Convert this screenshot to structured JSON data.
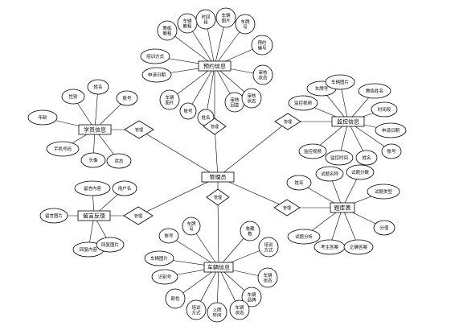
{
  "entities": [
    {
      "id": "admin",
      "label": "管理员"
    },
    {
      "id": "student",
      "label": "学员信息"
    },
    {
      "id": "booking",
      "label": "预约信息"
    },
    {
      "id": "monitor",
      "label": "监控信息"
    },
    {
      "id": "complaint",
      "label": "留言反馈"
    },
    {
      "id": "question",
      "label": "题库表"
    },
    {
      "id": "vehicle",
      "label": "车辆信息"
    }
  ],
  "relations": [
    {
      "id": "r_student",
      "label": "管理",
      "from": "admin",
      "to": "student"
    },
    {
      "id": "r_booking",
      "label": "管理",
      "from": "admin",
      "to": "booking"
    },
    {
      "id": "r_monitor",
      "label": "管理",
      "from": "admin",
      "to": "monitor"
    },
    {
      "id": "r_complaint",
      "label": "管理",
      "from": "admin",
      "to": "complaint"
    },
    {
      "id": "r_question",
      "label": "管理",
      "from": "admin",
      "to": "question"
    },
    {
      "id": "r_vehicle",
      "label": "管理",
      "from": "admin",
      "to": "vehicle"
    }
  ],
  "attributes": [
    {
      "entity": "student",
      "label": "年龄"
    },
    {
      "entity": "student",
      "label": "性别"
    },
    {
      "entity": "student",
      "label": "姓名"
    },
    {
      "entity": "student",
      "label": "账号"
    },
    {
      "entity": "student",
      "label": "手机号码"
    },
    {
      "entity": "student",
      "label": "头像"
    },
    {
      "entity": "student",
      "label": "状态"
    },
    {
      "entity": "booking",
      "label": "教练教程"
    },
    {
      "entity": "booking",
      "label": "车辆教程"
    },
    {
      "entity": "booking",
      "label": "时间段"
    },
    {
      "entity": "booking",
      "label": "车辆图片"
    },
    {
      "entity": "booking",
      "label": "车牌号"
    },
    {
      "entity": "booking",
      "label": "预约编号"
    },
    {
      "entity": "booking",
      "label": "培训方式"
    },
    {
      "entity": "booking",
      "label": "申请日期"
    },
    {
      "entity": "booking",
      "label": "审核状态"
    },
    {
      "entity": "booking",
      "label": "车辆图片"
    },
    {
      "entity": "booking",
      "label": "账号"
    },
    {
      "entity": "booking",
      "label": "姓名"
    },
    {
      "entity": "booking",
      "label": "审核回复"
    },
    {
      "entity": "booking",
      "label": "审核状态"
    },
    {
      "entity": "monitor",
      "label": "车牌号"
    },
    {
      "entity": "monitor",
      "label": "车辆图片"
    },
    {
      "entity": "monitor",
      "label": "教练姓名"
    },
    {
      "entity": "monitor",
      "label": "监控视频"
    },
    {
      "entity": "monitor",
      "label": "时间段"
    },
    {
      "entity": "monitor",
      "label": "申请日期"
    },
    {
      "entity": "monitor",
      "label": "监控视频"
    },
    {
      "entity": "monitor",
      "label": "监控时间"
    },
    {
      "entity": "monitor",
      "label": "姓名"
    },
    {
      "entity": "monitor",
      "label": "账号"
    },
    {
      "entity": "complaint",
      "label": "留言内容"
    },
    {
      "entity": "complaint",
      "label": "用户名"
    },
    {
      "entity": "complaint",
      "label": "留言图片"
    },
    {
      "entity": "complaint",
      "label": "回复内容"
    },
    {
      "entity": "complaint",
      "label": "回复图片"
    },
    {
      "entity": "question",
      "label": "姓名"
    },
    {
      "entity": "question",
      "label": "试题名称"
    },
    {
      "entity": "question",
      "label": "试题分数"
    },
    {
      "entity": "question",
      "label": "试题类型"
    },
    {
      "entity": "question",
      "label": "分值"
    },
    {
      "entity": "question",
      "label": "试题分析"
    },
    {
      "entity": "question",
      "label": "考生答案"
    },
    {
      "entity": "question",
      "label": "正确答案"
    },
    {
      "entity": "vehicle",
      "label": "账号"
    },
    {
      "entity": "vehicle",
      "label": "车牌号"
    },
    {
      "entity": "vehicle",
      "label": "车辆图片"
    },
    {
      "entity": "vehicle",
      "label": "识别号"
    },
    {
      "entity": "vehicle",
      "label": "收藏数"
    },
    {
      "entity": "vehicle",
      "label": "培训方式"
    },
    {
      "entity": "vehicle",
      "label": "车辆状态"
    },
    {
      "entity": "vehicle",
      "label": "车辆品牌"
    },
    {
      "entity": "vehicle",
      "label": "颜色"
    },
    {
      "entity": "vehicle",
      "label": "培训方式"
    },
    {
      "entity": "vehicle",
      "label": "上牌时间"
    },
    {
      "entity": "vehicle",
      "label": "车辆状态"
    }
  ]
}
